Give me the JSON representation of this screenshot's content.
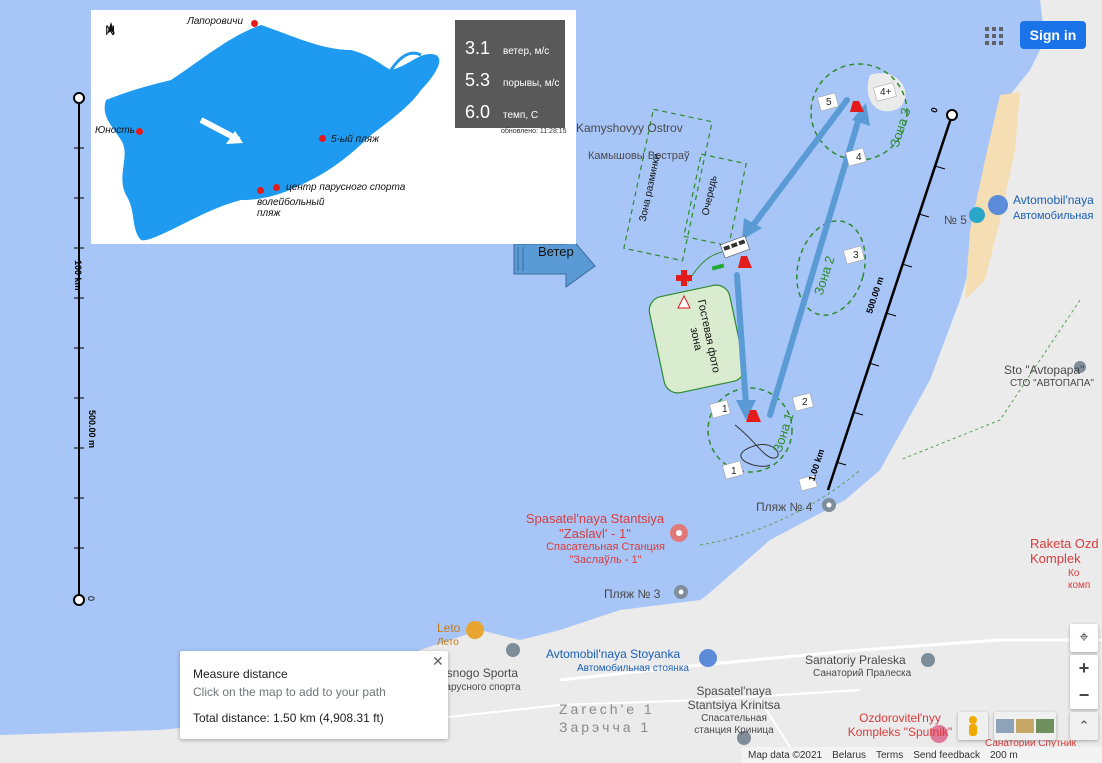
{
  "header": {
    "sign_in_label": "Sign in"
  },
  "inset_map": {
    "compass": "N",
    "places": [
      "Лапоровичи",
      "Юность",
      "5-ый пляж",
      "центр парусного спорта",
      "волейбольный пляж"
    ],
    "weather": [
      {
        "value": "3.1",
        "unit": "ветер, м/с"
      },
      {
        "value": "5.3",
        "unit": "порывы, м/с"
      },
      {
        "value": "6.0",
        "unit": "темп, С"
      }
    ],
    "updated": "обновлено: 11:28:15"
  },
  "course": {
    "wind_label": "Ветер",
    "warmup_zone": "Зона разминки",
    "queue": "Очередь",
    "guest_photo_zone": "Гостевая фото зона",
    "zones": [
      "Зона 1",
      "Зона 2",
      "Зона 3"
    ],
    "marks": [
      "1",
      "1",
      "2",
      "3",
      "4",
      "4+",
      "5"
    ]
  },
  "map_labels": {
    "island_latin": "Kamyshovyy Ostrov",
    "island_cyr": "Камышовы Востраў",
    "parking_latin": "Avtomobil'naya",
    "parking_cyr": "Автомобильная",
    "n5": "№ 5",
    "sto_latin": "Sto \"Avtopapa\"",
    "sto_cyr": "СТО \"АВТОПАПА\"",
    "beach4": "Пляж № 4",
    "beach3": "Пляж № 3",
    "rescue_latin": "Spasatel'naya Stantsiya \"Zaslavl' - 1\"",
    "rescue_cyr": "Спасательная Станция \"Заслаўль - 1\"",
    "raketa_latin": "Raketa Ozd Komplek",
    "raketa_cyr": "Ко комп",
    "leto_latin": "Leto",
    "leto_cyr": "Лето",
    "stoyanka_latin": "Avtomobil'naya Stoyanka",
    "stoyanka_cyr": "Автомобильная стоянка",
    "praleska_latin": "Sanatoriy Praleska",
    "praleska_cyr": "Санаторий Пралеска",
    "sport_latin": "usnogo Sporta",
    "sport_cyr": "парусного спорта",
    "zarechye_latin": "Zarech'e 1",
    "zarechye_cyr": "Зарэчча 1",
    "krinitsa_latin": "Spasatel'naya Stantsiya Krinitsa",
    "krinitsa_cyr": "Спасательная станция Криница",
    "sputnik_latin": "Ozdorovitel'nyy Kompleks \"Sputnik\"",
    "sputnik_cyr": "Санаторий Спутник"
  },
  "scales": {
    "left": [
      "100 km",
      "500.00 m",
      "0"
    ],
    "right": [
      "0",
      "500.00 m",
      "1.00 km"
    ]
  },
  "measure_panel": {
    "title": "Measure distance",
    "hint": "Click on the map to add to your path",
    "total": "Total distance: 1.50 km (4,908.31 ft)"
  },
  "footer": {
    "map_data": "Map data ©2021",
    "region": "Belarus",
    "terms": "Terms",
    "feedback": "Send feedback",
    "scale": "200 m"
  },
  "colors": {
    "water": "#a7c5f7",
    "land": "#ebebeb",
    "sand": "#f5deb3",
    "inset_lake": "#1e9bf0",
    "arrow": "#5b9bd5",
    "zone_green": "#2e8b2e"
  }
}
